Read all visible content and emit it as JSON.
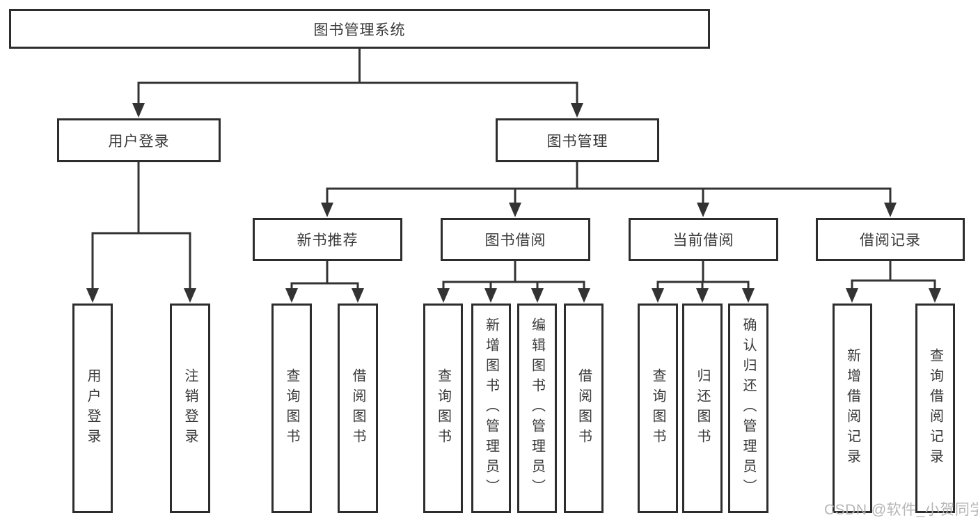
{
  "diagram": {
    "title": "图书管理系统",
    "level2": {
      "user_login": "用户登录",
      "book_mgmt": "图书管理"
    },
    "level3": {
      "new_books": "新书推荐",
      "book_borrow": "图书借阅",
      "current_borrow": "当前借阅",
      "borrow_records": "借阅记录"
    },
    "leaves": {
      "user_login": [
        "用户登录",
        "注销登录"
      ],
      "new_books": [
        "查询图书",
        "借阅图书"
      ],
      "book_borrow": [
        "查询图书",
        "新增图书（管理员）",
        "编辑图书（管理员）",
        "借阅图书"
      ],
      "current_borrow": [
        "查询图书",
        "归还图书",
        "确认归还（管理员）"
      ],
      "borrow_records": [
        "新增借阅记录",
        "查询借阅记录"
      ]
    }
  },
  "watermark": "CSDN @软件_小贺同学",
  "colors": {
    "line": "#333333",
    "box_border": "#2d2d2d",
    "text": "#3a3a3a",
    "background": "#ffffff",
    "watermark": "#b3b3b3"
  }
}
